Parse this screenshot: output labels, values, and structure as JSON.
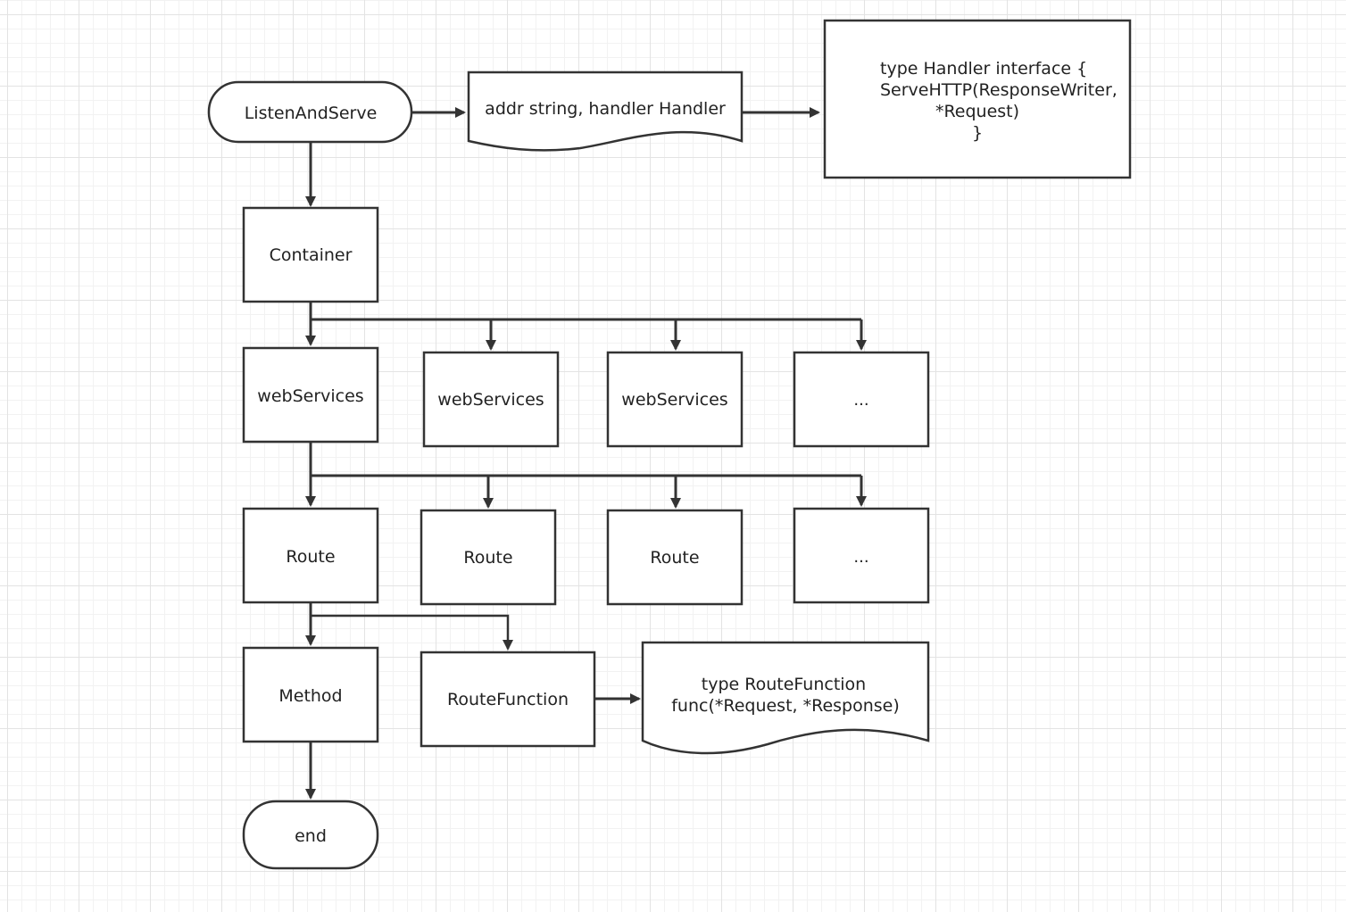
{
  "nodes": {
    "listen_and_serve": "ListenAndServe",
    "addr_params": "addr string, handler Handler",
    "handler_interface": [
      "type Handler interface {",
      "ServeHTTP(ResponseWriter,",
      "*Request)",
      "}"
    ],
    "container": "Container",
    "web_services": [
      "webServices",
      "webServices",
      "webServices",
      "..."
    ],
    "routes": [
      "Route",
      "Route",
      "Route",
      "..."
    ],
    "method": "Method",
    "route_function": "RouteFunction",
    "route_function_type": [
      "type RouteFunction",
      "func(*Request, *Response)"
    ],
    "end": "end"
  },
  "colors": {
    "stroke": "#333333",
    "fill": "#ffffff",
    "grid_major": "#e3e3e3",
    "grid_minor": "#f2f2f2"
  }
}
